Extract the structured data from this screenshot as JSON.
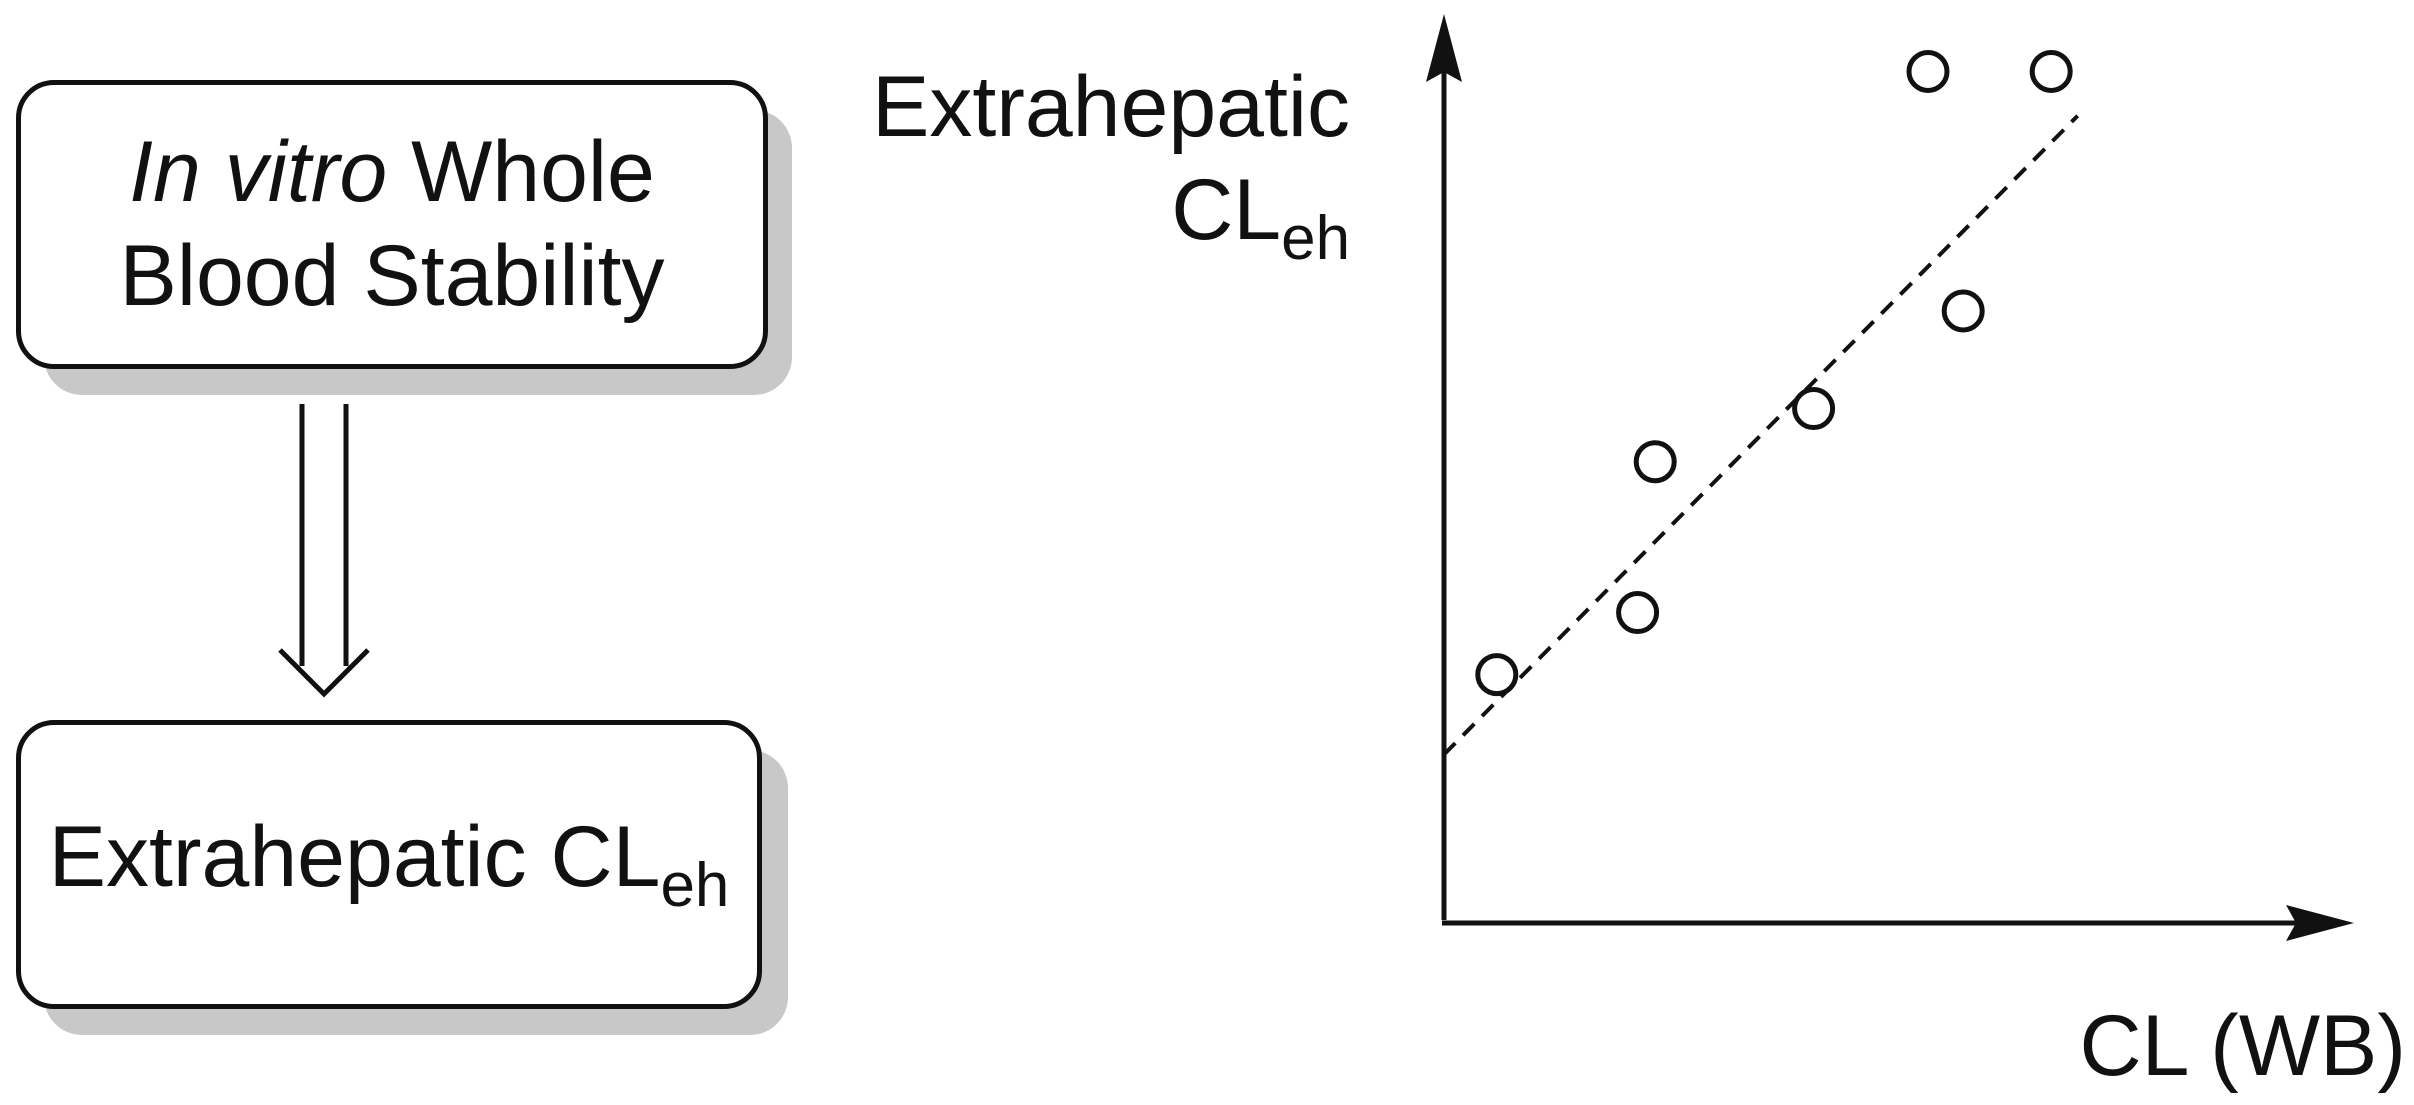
{
  "flow": {
    "top_box": {
      "line1_italic": "In vitro",
      "line1_rest": " Whole",
      "line2": "Blood Stability"
    },
    "bottom_box": {
      "text": "Extrahepatic CL",
      "subscript": "eh"
    }
  },
  "chart_data": {
    "type": "scatter",
    "ylabel": "Extrahepatic CLeh",
    "ylabel_line1": "Extrahepatic",
    "ylabel_line2": "CL",
    "ylabel_subscript": "eh",
    "xlabel": "CL (WB)",
    "axis_ticks": "none",
    "grid": false,
    "points": [
      {
        "x": 0.06,
        "y": 0.28
      },
      {
        "x": 0.22,
        "y": 0.35
      },
      {
        "x": 0.24,
        "y": 0.52
      },
      {
        "x": 0.42,
        "y": 0.58
      },
      {
        "x": 0.59,
        "y": 0.69
      },
      {
        "x": 0.55,
        "y": 0.96
      },
      {
        "x": 0.69,
        "y": 0.96
      }
    ],
    "trendline": {
      "style": "dashed",
      "x": [
        0.0,
        0.72
      ],
      "y": [
        0.19,
        0.91
      ]
    },
    "xlim": [
      0,
      1
    ],
    "ylim": [
      0,
      1
    ]
  }
}
